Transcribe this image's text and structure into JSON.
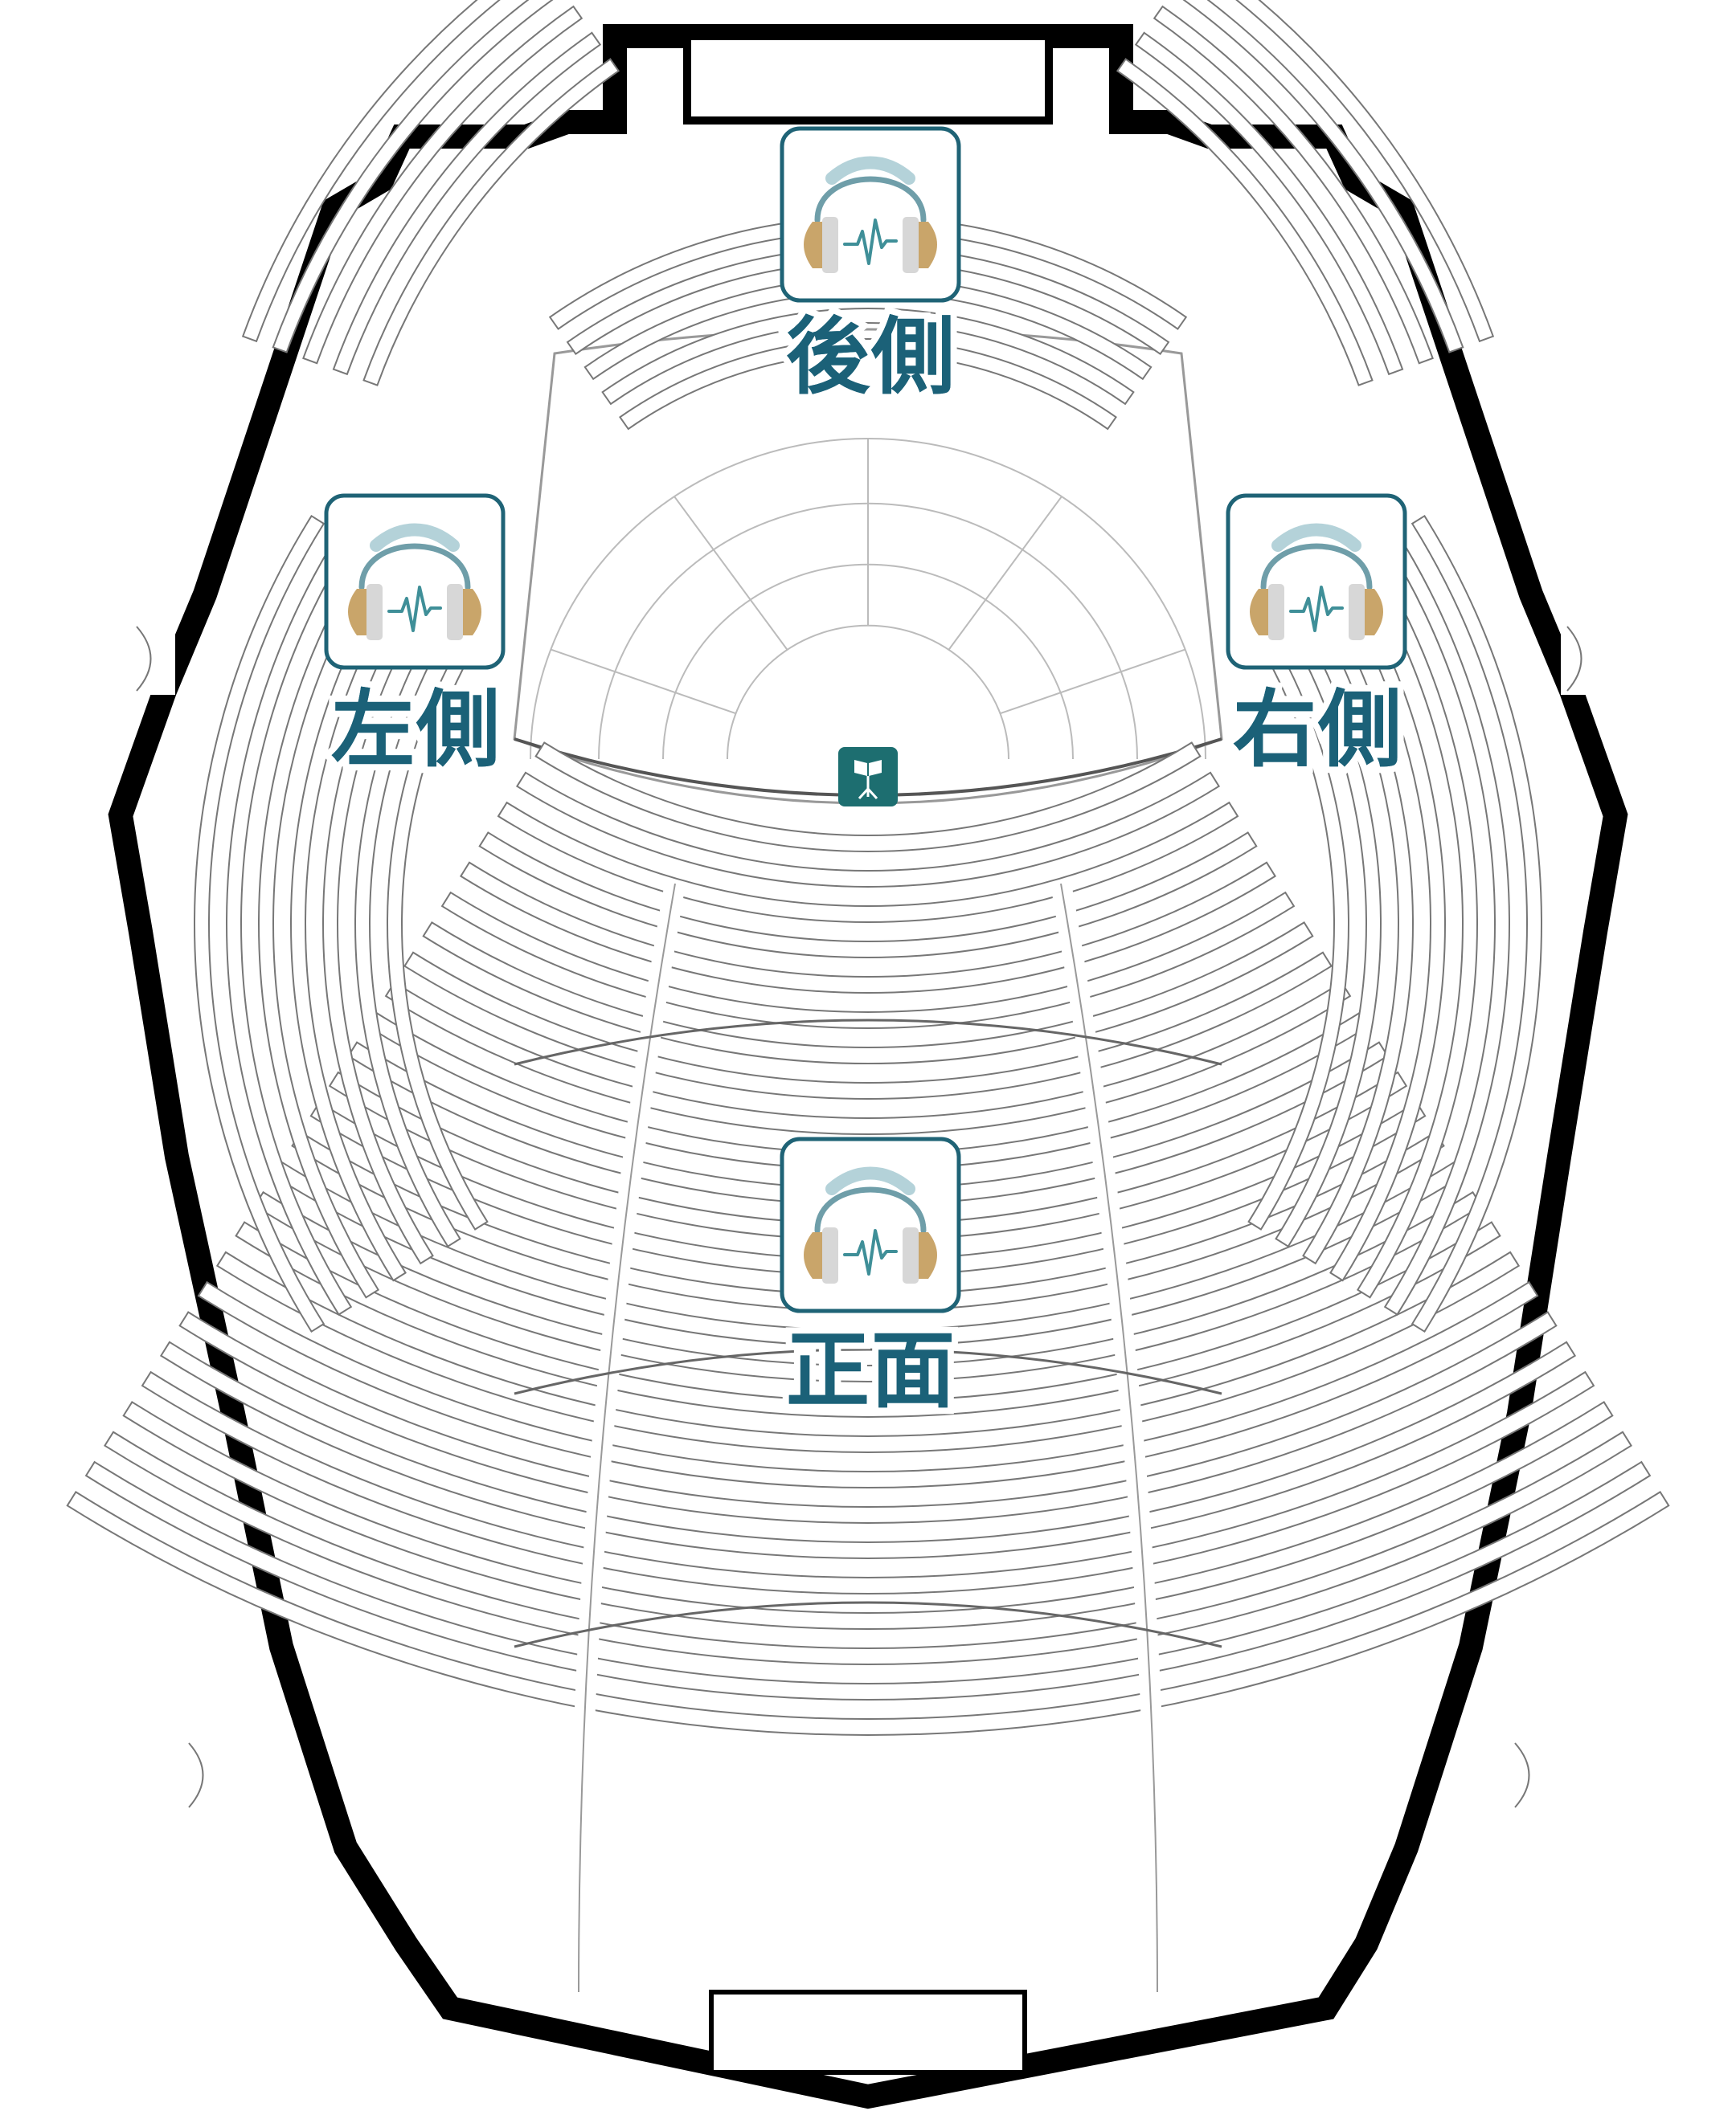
{
  "colors": {
    "accent": "#1f6376",
    "label": "#1b6178",
    "earcup": "#c9a56a",
    "band_dark": "#6f9ea9",
    "band_light": "#b4d2d9",
    "conductor_bg": "#1d6e70",
    "wall": "#000000",
    "seat_line": "#777777"
  },
  "positions": [
    {
      "id": "rear",
      "label": "後側",
      "icon": "headphones-icon"
    },
    {
      "id": "left",
      "label": "左側",
      "icon": "headphones-icon"
    },
    {
      "id": "right",
      "label": "右側",
      "icon": "headphones-icon"
    },
    {
      "id": "front",
      "label": "正面",
      "icon": "headphones-icon"
    }
  ],
  "conductor": {
    "icon": "music-stand-icon"
  }
}
